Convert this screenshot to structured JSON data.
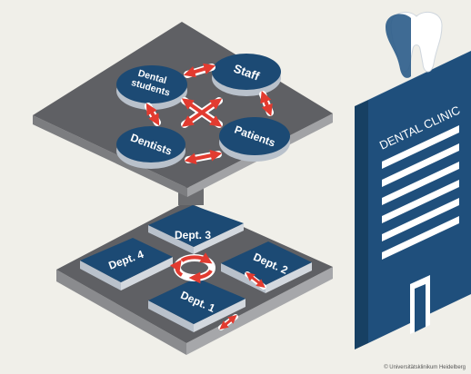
{
  "colors": {
    "background": "#f0efe9",
    "platform_top": "#5f6064",
    "platform_side": "#8e8f92",
    "node_fill": "#1c4a74",
    "node_side": "#b9c1cb",
    "arrow": "#e23b30",
    "building_front": "#1f4f7c",
    "building_side": "#174063",
    "building_roof": "#7ea1c0",
    "tooth": "#2a5b88"
  },
  "upper_level": {
    "nodes": {
      "dental_students": "Dental students",
      "staff": "Staff",
      "dentists": "Dentists",
      "patients": "Patients"
    }
  },
  "lower_level": {
    "departments": {
      "dept1": "Dept. 1",
      "dept2": "Dept. 2",
      "dept3": "Dept. 3",
      "dept4": "Dept. 4"
    }
  },
  "building": {
    "label": "DENTAL CLINIC",
    "icon": "tooth-icon"
  },
  "copyright": "© Universitätsklinikum Heidelberg"
}
